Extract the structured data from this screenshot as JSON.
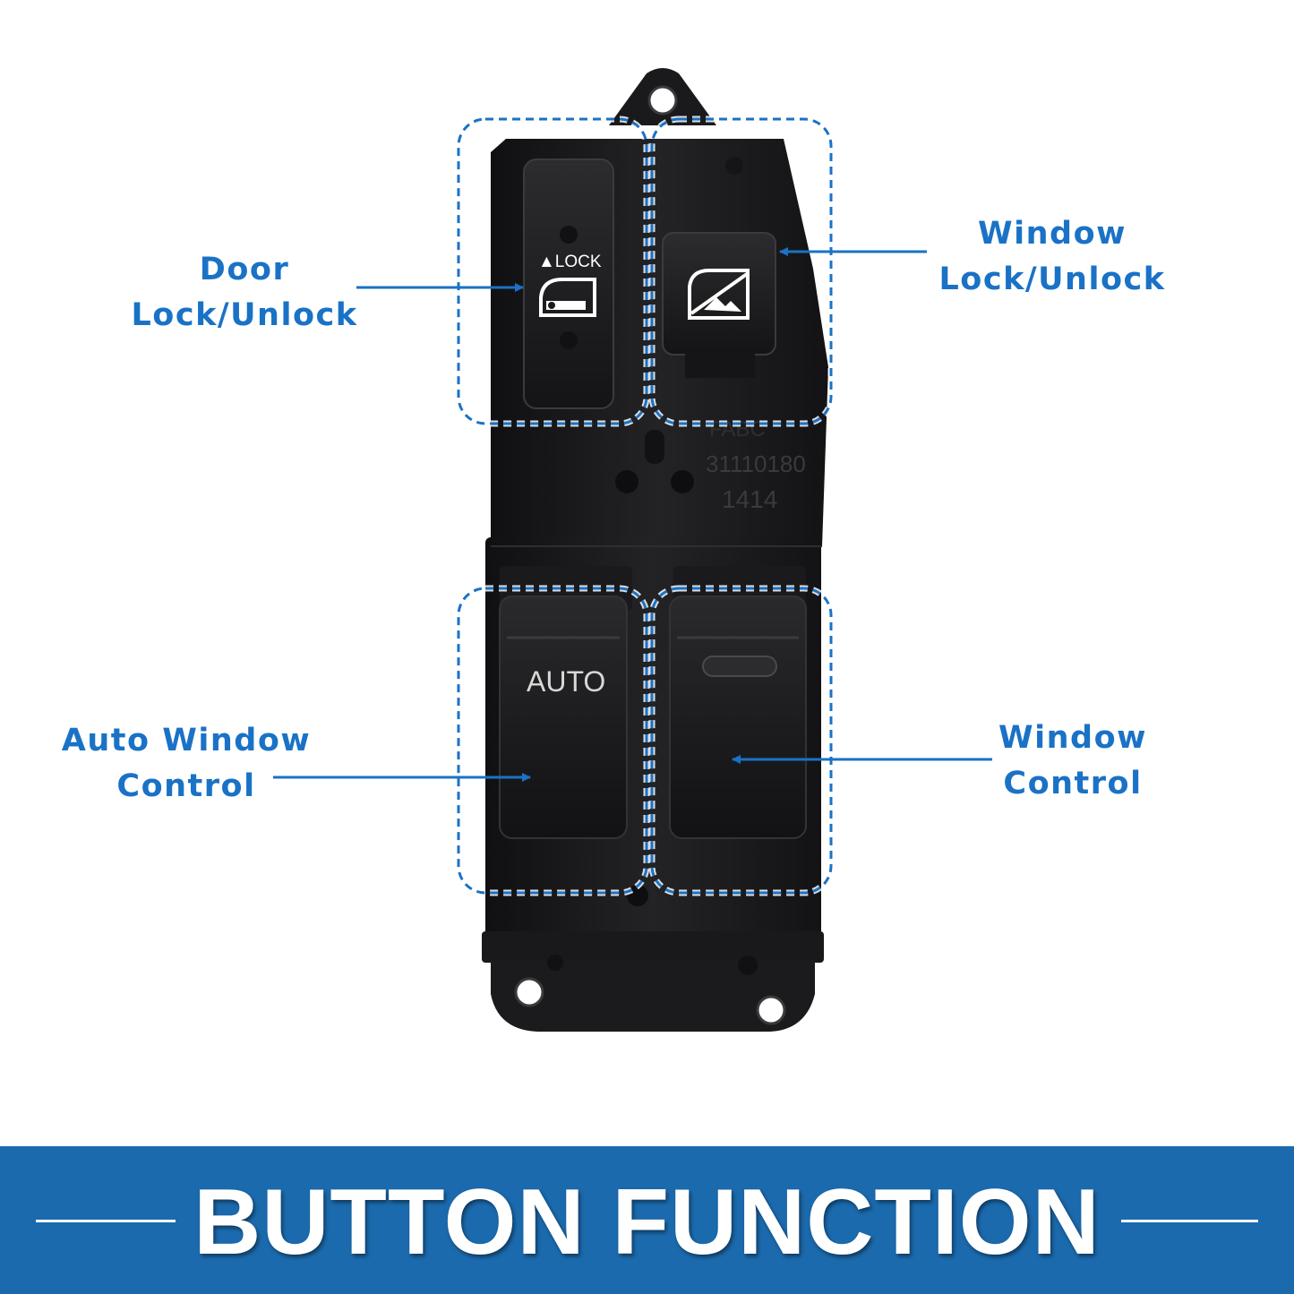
{
  "switch_panel": {
    "door_lock_marking": "▲LOCK",
    "auto_button_marking": "AUTO",
    "part_code": "FABC",
    "part_number": "31110180",
    "date_code": "1414"
  },
  "callouts": {
    "door_lock": {
      "line1": "Door",
      "line2": "Lock/Unlock"
    },
    "window_lock": {
      "line1": "Window",
      "line2": "Lock/Unlock"
    },
    "auto_window": {
      "line1": "Auto Window",
      "line2": "Control"
    },
    "window_control": {
      "line1": "Window",
      "line2": "Control"
    }
  },
  "banner": {
    "title": "BUTTON FUNCTION"
  },
  "colors": {
    "accent_blue": "#1a72c6",
    "banner_blue": "#1b6aad",
    "switch_body": "#1b1b1d",
    "label_white": "#ffffff"
  }
}
